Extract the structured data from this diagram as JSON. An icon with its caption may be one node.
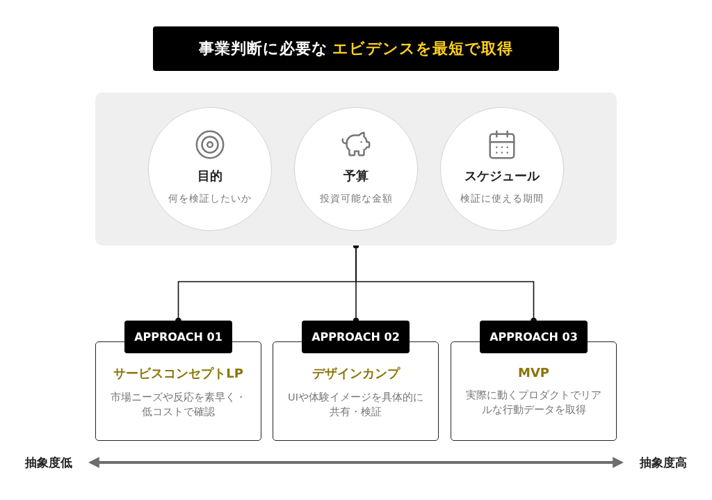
{
  "diagram": {
    "nodes": [
      {
        "text": [
          "事業判断に必要な",
          "エビデンスを最短で取得"
        ]
      },
      {
        "text": [],
        "shape": "box"
      },
      {
        "text": [
          "目的",
          "何を検証したいか"
        ],
        "in": 1
      },
      {
        "text": [
          "予算",
          "投資可能な金額"
        ],
        "in": 1
      },
      {
        "text": [
          "スケジュール",
          "検証に使える期間"
        ],
        "in": 1
      },
      {
        "text": [
          "APPROACH 01",
          "サービスコンセプトLP",
          "市場ニーズや反応を素早く・低コストで確認"
        ]
      },
      {
        "text": [
          "APPROACH 02",
          "デザインカンプ",
          "UIや体験イメージを具体的に共有・検証"
        ]
      },
      {
        "text": [
          "APPROACH 03",
          "MVP",
          "実際に動くプロダクトでリアルな行動データを取得"
        ]
      },
      {
        "text": [
          "抽象度低"
        ]
      },
      {
        "text": [
          "抽象度高"
        ]
      }
    ],
    "edges": [
      {
        "from": 1,
        "to": 5,
        "arrow": "other"
      },
      {
        "from": 1,
        "to": 6,
        "arrow": "other"
      },
      {
        "from": 1,
        "to": 7,
        "arrow": "other"
      },
      {
        "from": 8,
        "to": 9,
        "arrow": "both",
        "style": "thick",
        "color": "#6e6e6e"
      }
    ]
  }
}
